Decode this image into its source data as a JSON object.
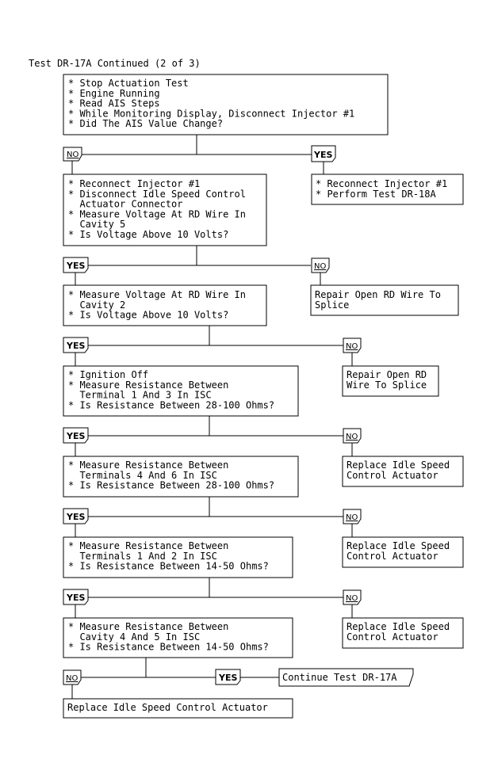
{
  "title": "Test DR-17A Continued (2 of 3)",
  "labels": {
    "yes": "YES",
    "no": "NO"
  },
  "boxes": {
    "b1": [
      "* Stop Actuation Test",
      "* Engine Running",
      "* Read AIS Steps",
      "* While Monitoring Display, Disconnect Injector #1",
      "* Did The AIS Value Change?"
    ],
    "b2": [
      "* Reconnect Injector #1",
      "* Disconnect Idle Speed Control",
      "  Actuator Connector",
      "* Measure Voltage At RD Wire In",
      "  Cavity 5",
      "* Is Voltage Above 10 Volts?"
    ],
    "b3": [
      "* Reconnect Injector #1",
      "* Perform Test DR-18A"
    ],
    "b4": [
      "* Measure Voltage At RD Wire In",
      "  Cavity 2",
      "* Is Voltage Above 10 Volts?"
    ],
    "b5": [
      "Repair Open RD Wire To",
      "Splice"
    ],
    "b6": [
      "* Ignition Off",
      "* Measure Resistance Between",
      "  Terminal 1 And 3 In ISC",
      "* Is Resistance Between 28-100 Ohms?"
    ],
    "b7": [
      "Repair Open RD",
      "Wire To Splice"
    ],
    "b8": [
      "* Measure Resistance Between",
      "  Terminals 4 And 6 In ISC",
      "* Is Resistance Between 28-100 Ohms?"
    ],
    "b9": [
      "Replace Idle Speed",
      "Control Actuator"
    ],
    "b10": [
      "* Measure Resistance Between",
      "  Terminals 1 And 2 In ISC",
      "* Is Resistance Between 14-50 Ohms?"
    ],
    "b11": [
      "Replace Idle Speed",
      "Control Actuator"
    ],
    "b12": [
      "* Measure Resistance Between",
      "  Cavity 4 And 5 In ISC",
      "* Is Resistance Between 14-50 Ohms?"
    ],
    "b13": [
      "Replace Idle Speed",
      "Control Actuator"
    ],
    "b14": [
      "Continue Test DR-17A"
    ],
    "b15": [
      "Replace Idle Speed Control Actuator"
    ]
  }
}
